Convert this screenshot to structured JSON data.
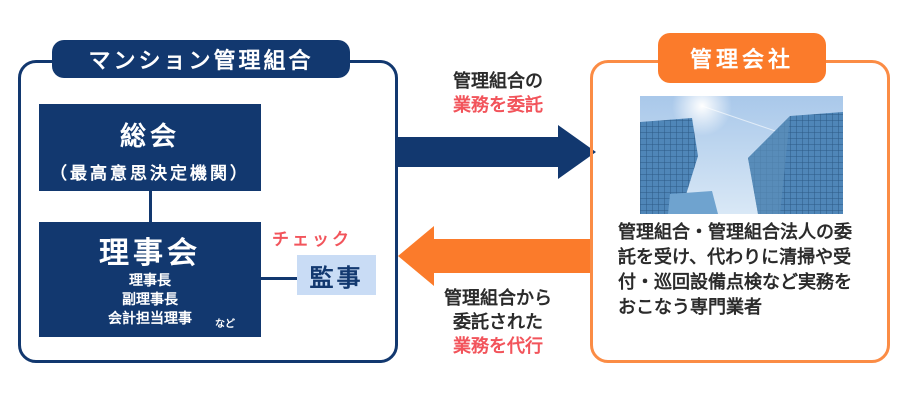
{
  "association": {
    "title": "マンション管理組合",
    "general_meeting": {
      "title": "総会",
      "subtitle": "（最高意思決定機関）"
    },
    "board": {
      "title": "理事会",
      "members": [
        "理事長",
        "副理事長",
        "会計担当理事"
      ],
      "etc": "など"
    },
    "auditor": {
      "label": "監事",
      "check_label": "チェック"
    }
  },
  "flows": {
    "to_company": {
      "line1": "管理組合の",
      "line2": "業務を委託"
    },
    "to_association": {
      "line1": "管理組合から",
      "line2": "委託された",
      "line3": "業務を代行"
    }
  },
  "company": {
    "title": "管理会社",
    "photo": "office-buildings-photo",
    "description": "管理組合・管理組合法人の委託を受け、代わりに清掃や受付・巡回設備点検など実務をおこなう専門業者"
  },
  "colors": {
    "navy": "#12386f",
    "orange": "#fb7b2b",
    "orange_border": "#fb8c45",
    "accent_red": "#f2545b",
    "auditor_bg": "#c9dcf5"
  }
}
